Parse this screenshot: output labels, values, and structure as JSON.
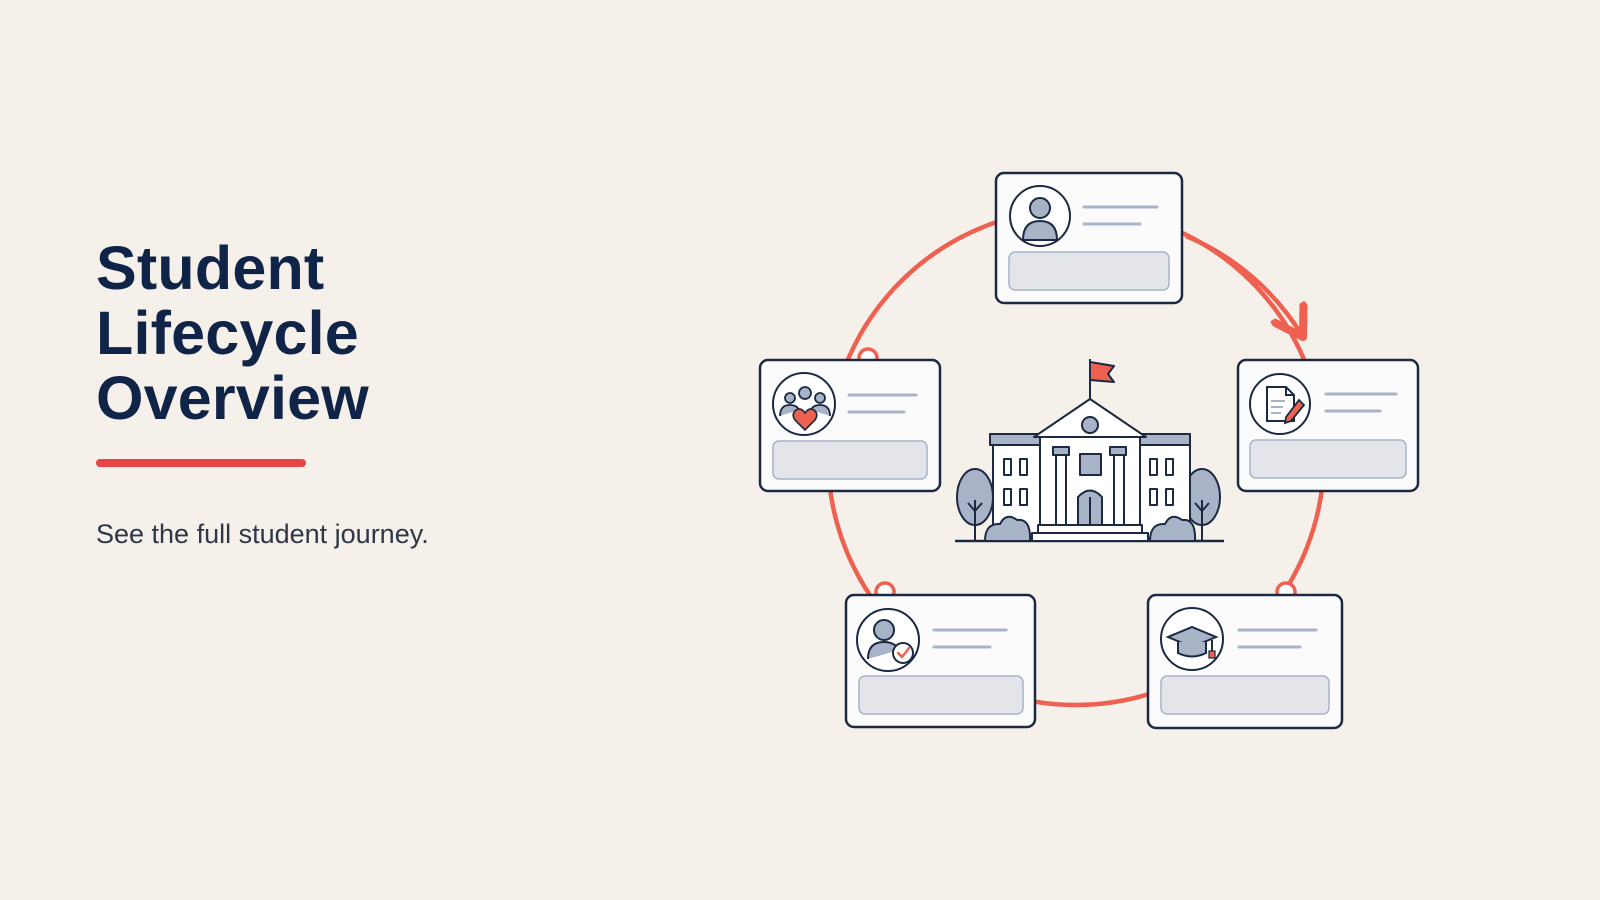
{
  "slide": {
    "title_lines": [
      "Student",
      "Lifecycle",
      "Overview"
    ],
    "subtitle": "See the full student journey."
  },
  "colors": {
    "background": "#f5f1ea",
    "title": "#102448",
    "accent": "#e84545",
    "cycle": "#ee6150",
    "outline": "#1b2a42",
    "muted": "#a8b3c7"
  },
  "diagram": {
    "center_icon": "school-building-icon",
    "stages": [
      {
        "icon": "student-profile-icon"
      },
      {
        "icon": "application-document-icon"
      },
      {
        "icon": "graduation-cap-icon"
      },
      {
        "icon": "enrolled-student-check-icon"
      },
      {
        "icon": "community-heart-icon"
      }
    ]
  }
}
